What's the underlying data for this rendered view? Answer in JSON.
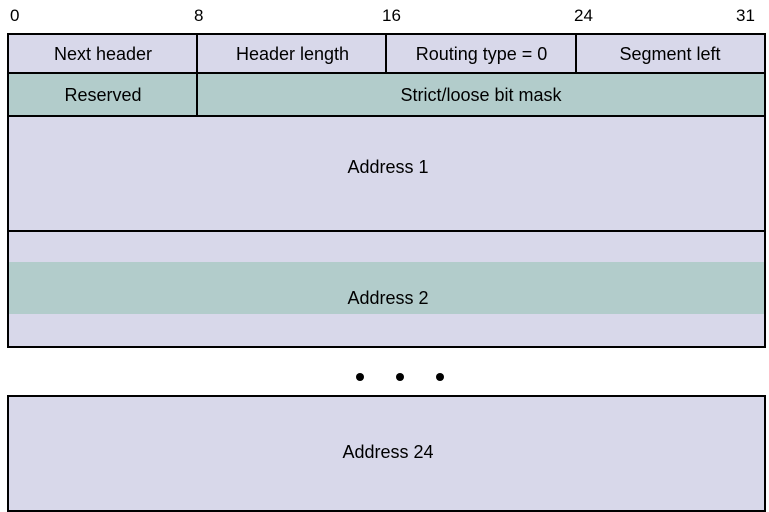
{
  "bit_ticks": [
    "0",
    "8",
    "16",
    "24",
    "31"
  ],
  "row1": {
    "next_header": "Next header",
    "header_length": "Header length",
    "routing_type": "Routing type = 0",
    "segment_left": "Segment left"
  },
  "row2": {
    "reserved": "Reserved",
    "bit_mask": "Strict/loose bit mask"
  },
  "addresses": {
    "address1": "Address 1",
    "address2": "Address 2",
    "address24": "Address 24"
  },
  "colors": {
    "lavender": "#d8d8ea",
    "teal": "#b2cccb",
    "border": "#000000"
  }
}
